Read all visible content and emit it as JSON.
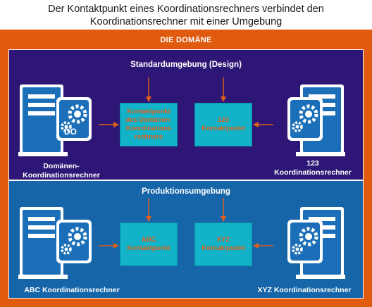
{
  "title": {
    "line1": "Der Kontaktpunkt eines Koordinationsrechners verbindet den",
    "line2": "Koordinationsrechner mit einer Umgebung"
  },
  "domain": {
    "label": "DIE DOMÄNE"
  },
  "design_env": {
    "title": "Standardumgebung (Design)",
    "domain_computer": {
      "caption": "Domänen-\nKoordinationsrechner",
      "badge": "DO",
      "icon": "server-gear-icon"
    },
    "contact_domain": {
      "label": "Kontaktpunkt\ndes Domänen-\nKoordinations\nrechners"
    },
    "contact_123": {
      "label": "123\nKontaktpunkt"
    },
    "computer_123": {
      "caption": "123\nKoordinationsrechner",
      "icon": "server-gear-icon"
    }
  },
  "prod_env": {
    "title": "Produktionsumgebung",
    "computer_abc": {
      "caption": "ABC Koordinationsrechner",
      "icon": "server-gear-icon"
    },
    "contact_abc": {
      "label": "ABC\nKontaktpunkt"
    },
    "contact_xyz": {
      "label": "XYZ\nKontaktpunkt"
    },
    "computer_xyz": {
      "caption": "XYZ Koordinationsrechner",
      "icon": "server-gear-icon"
    }
  },
  "colors": {
    "domain_bg": "#e05a10",
    "design_bg": "#2d1675",
    "prod_bg": "#1565a8",
    "contact_box": "#12b3c9",
    "contact_text": "#e0601a",
    "arrow": "#e0601a",
    "computer_primary": "#1a6fb8"
  }
}
